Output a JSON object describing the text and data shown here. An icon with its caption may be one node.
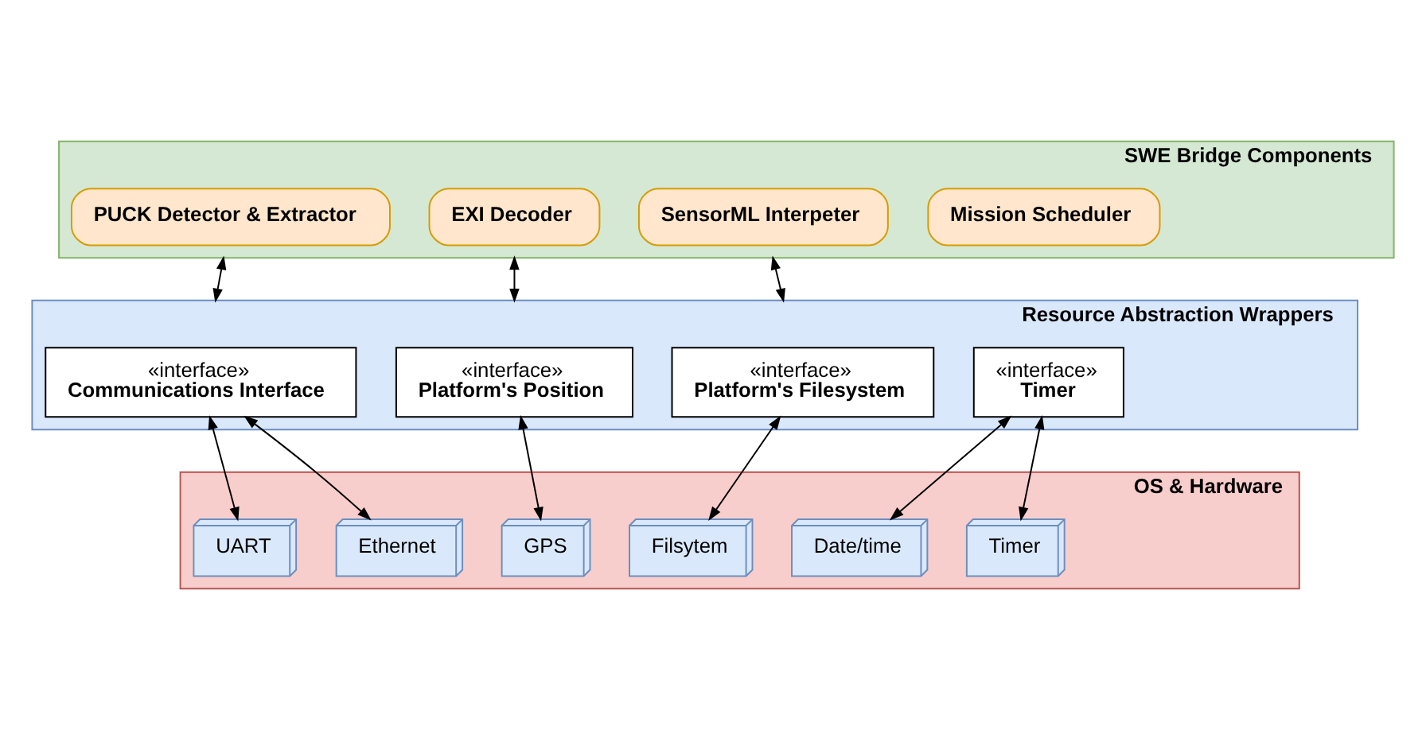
{
  "diagram": {
    "nodes": [
      {
        "text": [
          "SWE Bridge Components"
        ]
      },
      {
        "text": [
          "PUCK Detector & Extractor"
        ],
        "in": 0
      },
      {
        "text": [
          "EXI Decoder"
        ],
        "in": 0
      },
      {
        "text": [
          "SensorML Interpeter"
        ],
        "in": 0
      },
      {
        "text": [
          "Mission Scheduler"
        ],
        "in": 0
      },
      {
        "text": [
          "Resource Abstraction Wrappers"
        ]
      },
      {
        "text": [
          "«interface»",
          "Communications Interface"
        ],
        "in": 5
      },
      {
        "text": [
          "«interface»",
          "Platform's Position"
        ],
        "in": 5
      },
      {
        "text": [
          "«interface»",
          "Platform's Filesystem"
        ],
        "in": 5
      },
      {
        "text": [
          "«interface»",
          "Timer"
        ],
        "in": 5
      },
      {
        "text": [
          "OS & Hardware"
        ]
      },
      {
        "text": [
          "UART"
        ],
        "in": 10
      },
      {
        "text": [
          "Ethernet"
        ],
        "in": 10
      },
      {
        "text": [
          "GPS"
        ],
        "in": 10
      },
      {
        "text": [
          "Filsytem"
        ],
        "in": 10
      },
      {
        "text": [
          "Date/time"
        ],
        "in": 10
      },
      {
        "text": [
          "Timer"
        ],
        "in": 10
      }
    ],
    "edges": [
      {
        "from": 0,
        "to": 5,
        "arrow": "both"
      },
      {
        "from": 0,
        "to": 5,
        "arrow": "both"
      },
      {
        "from": 0,
        "to": 5,
        "arrow": "both"
      },
      {
        "from": 6,
        "to": 11,
        "arrow": "both"
      },
      {
        "from": 6,
        "to": 12,
        "arrow": "both"
      },
      {
        "from": 7,
        "to": 13,
        "arrow": "both"
      },
      {
        "from": 8,
        "to": 14,
        "arrow": "both"
      },
      {
        "from": 9,
        "to": 15,
        "arrow": "both"
      },
      {
        "from": 9,
        "to": 16,
        "arrow": "both"
      }
    ]
  }
}
